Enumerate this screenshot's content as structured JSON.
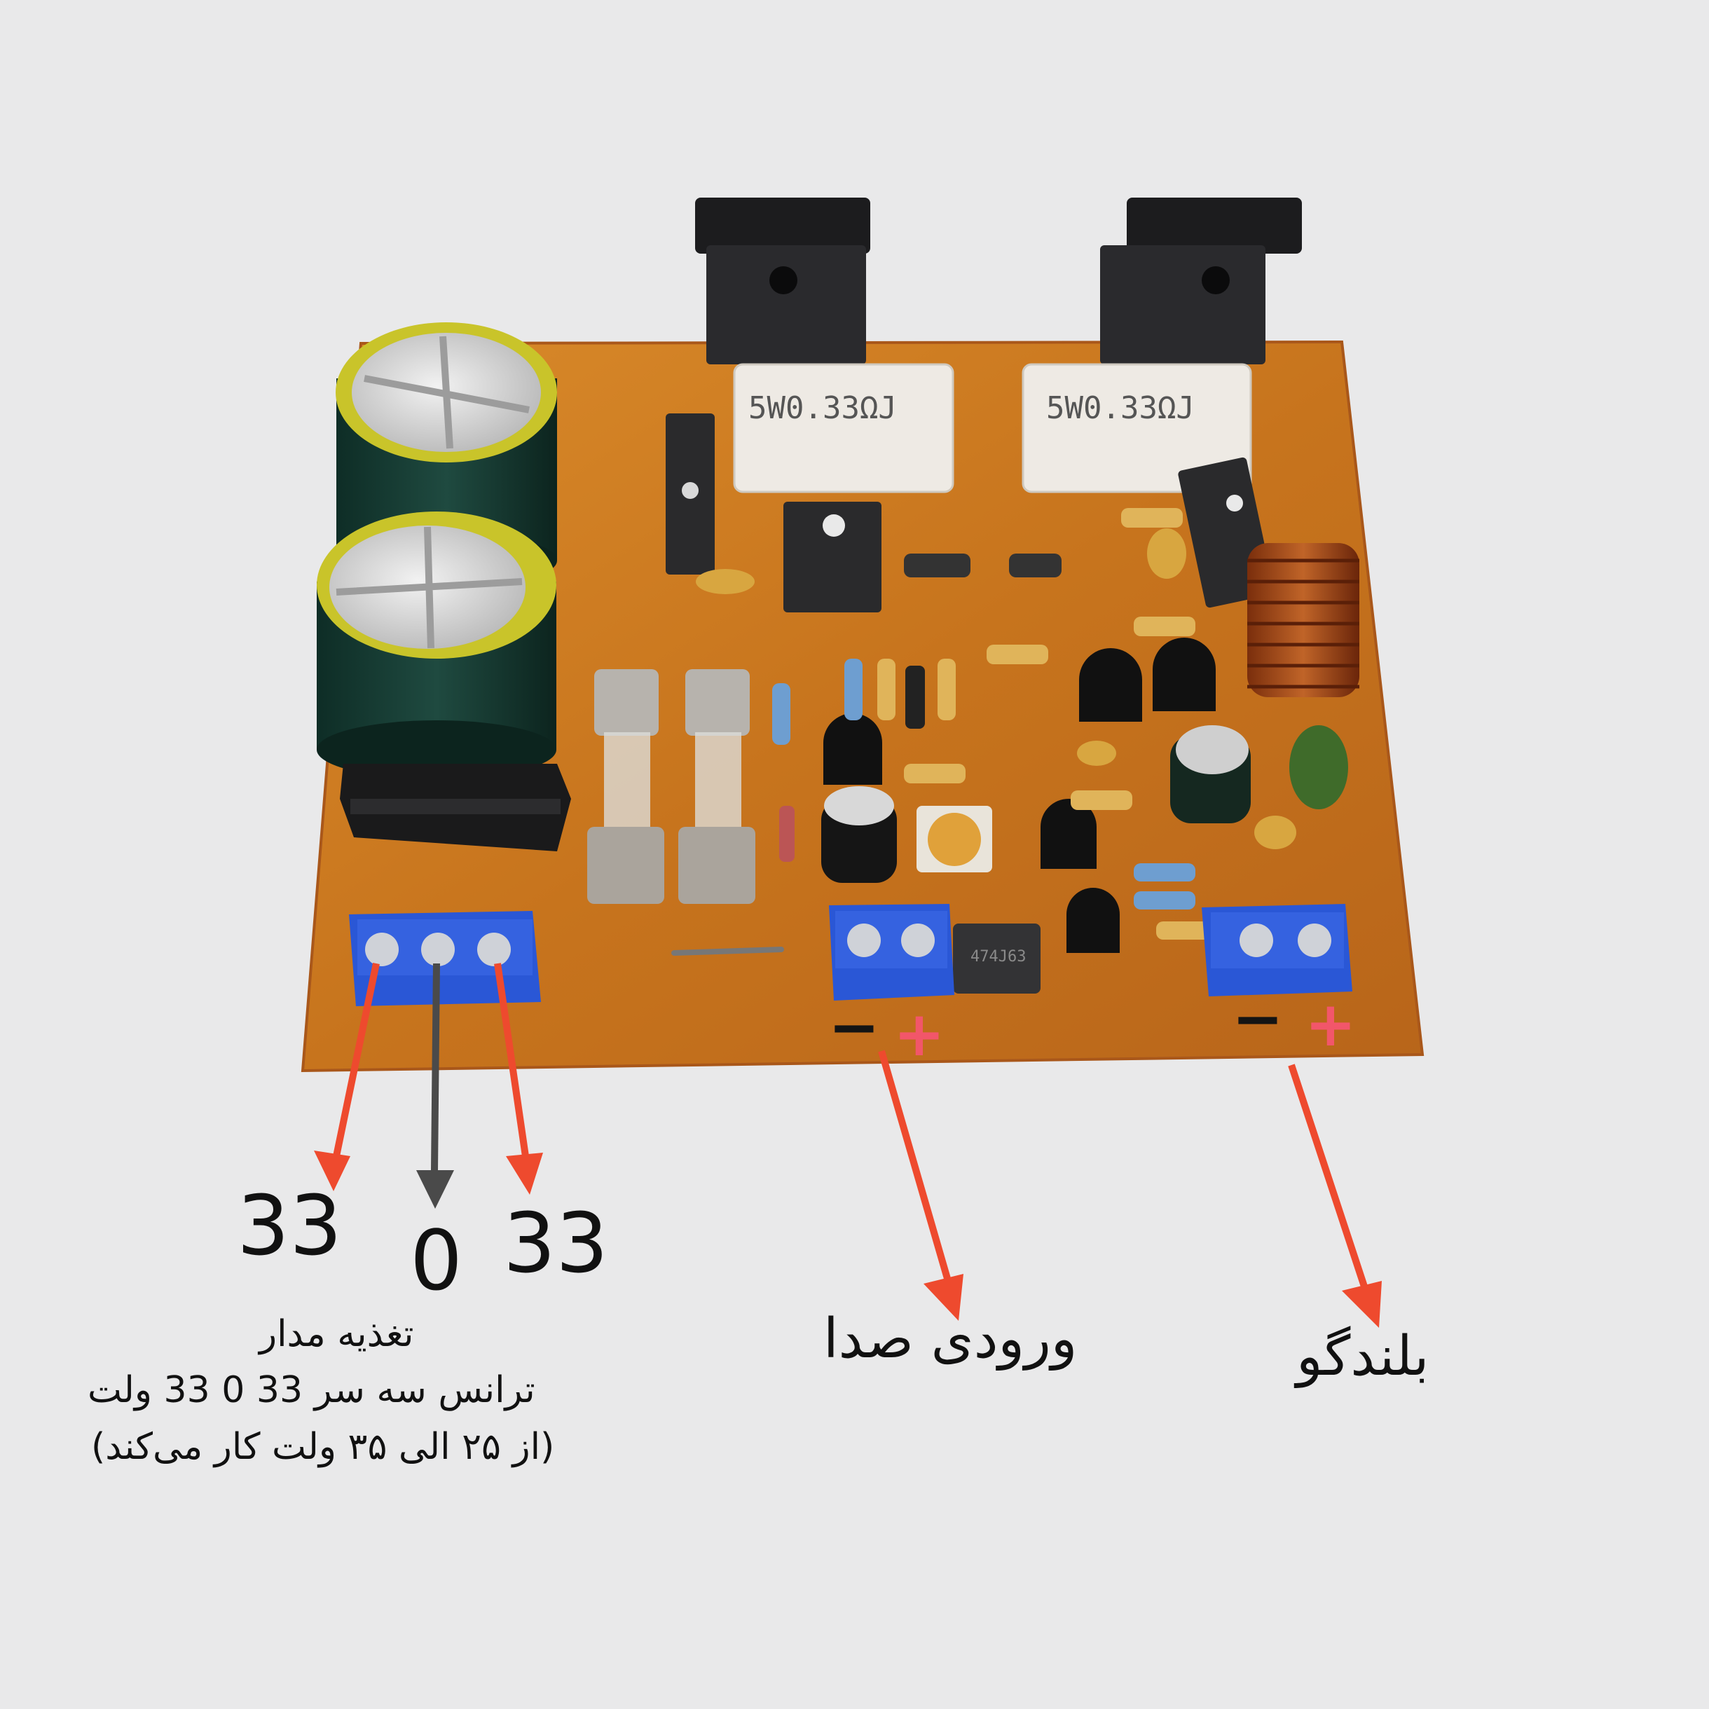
{
  "supply": {
    "left_value": "33",
    "center_value": "0",
    "right_value": "33",
    "title": "تغذیه مدار",
    "line2": "ترانس سه سر 33  0  33 ولت",
    "line3": "(از ۲۵ الی ۳۵ ولت کار می‌کند)"
  },
  "audio_input": {
    "label": "ورودی صدا",
    "minus": "−",
    "plus": "+"
  },
  "speaker": {
    "label": "بلندگو",
    "minus": "−",
    "plus": "+"
  },
  "board": {
    "resistor_left": "5W0.33ΩJ",
    "resistor_right": "5W0.33ΩJ",
    "inductor_marking": "474J63"
  },
  "colors": {
    "arrow_red": "#ee4a2e",
    "arrow_gray": "#4a4a4a",
    "plus_pink": "#f2566a",
    "pcb": "#c9781f",
    "terminal_blue": "#2a57d6"
  }
}
